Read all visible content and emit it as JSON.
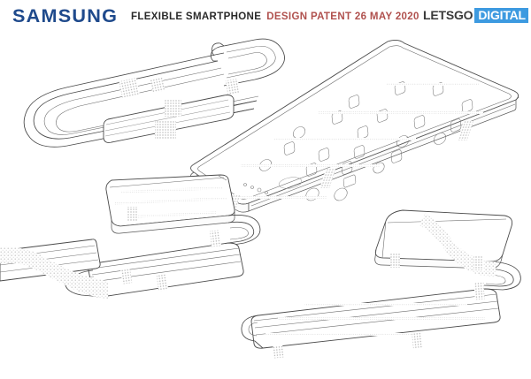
{
  "header": {
    "brand": "SAMSUNG",
    "title_main": "FLEXIBLE SMARTPHONE",
    "title_sub": "DESIGN PATENT 26 MAY 2020",
    "logo_left": "LETSGO",
    "logo_right": "DIGITAL",
    "colors": {
      "brand": "#1f4a8c",
      "title_main": "#2b2b2b",
      "title_sub": "#b0514e",
      "logo_accent": "#3d9ae0",
      "logo_text": "#3a3a3a",
      "line": "#4a4a4a",
      "background": "#ffffff"
    }
  },
  "figures": [
    {
      "id": "fig-rolled-side",
      "name": "rolled-device-side-view",
      "caption": "",
      "position": "top-left"
    },
    {
      "id": "fig-unfolded-front",
      "name": "unfolded-device-front-view",
      "caption": "",
      "position": "top-right",
      "screen": {
        "icon_rows": 5,
        "icon_columns": 4,
        "dock_icons": 3,
        "page_dots": 4
      }
    },
    {
      "id": "fig-folded-left",
      "name": "folded-device-perspective-view",
      "caption": "",
      "position": "bottom-left"
    },
    {
      "id": "fig-folded-right",
      "name": "partially-folded-device-perspective-view",
      "caption": "",
      "position": "bottom-right"
    }
  ]
}
